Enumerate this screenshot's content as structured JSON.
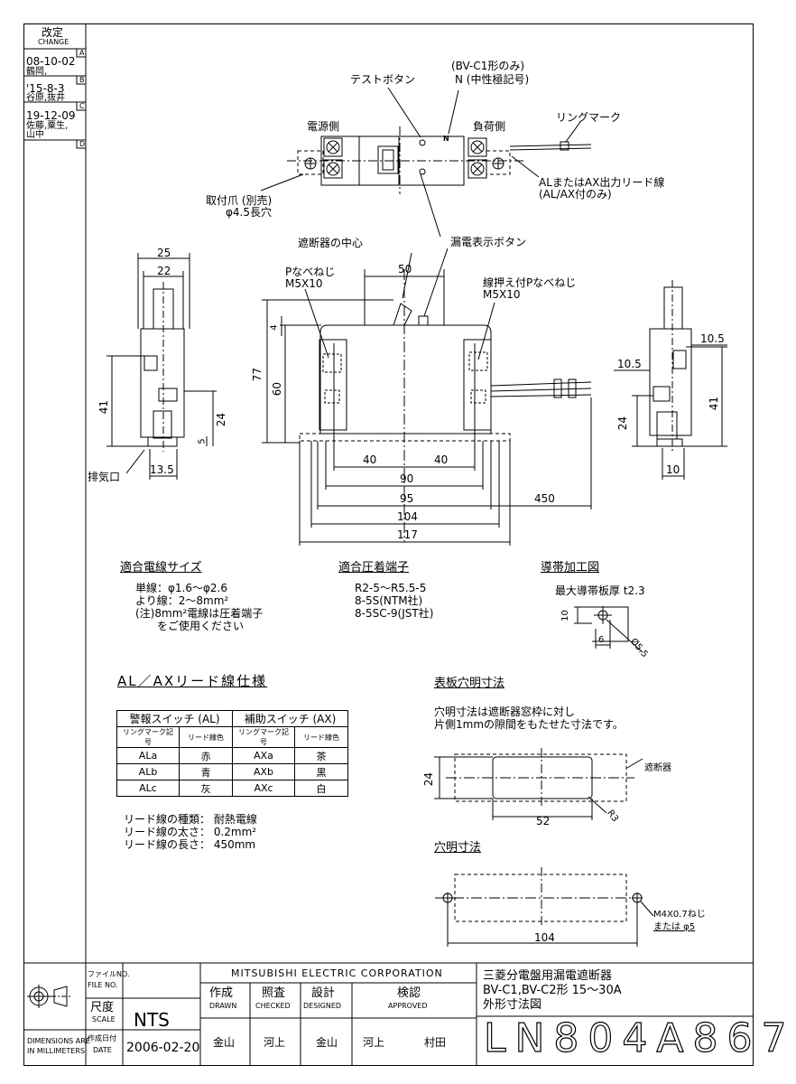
{
  "revision": {
    "header_1": "改定",
    "header_2": "CHANGE",
    "entries": [
      {
        "letter": "A",
        "date": "08-10-02",
        "names": "鶴岡,"
      },
      {
        "letter": "B",
        "date": "'15-8-3",
        "names": "谷原,抜井"
      },
      {
        "letter": "C",
        "date": "19-12-09",
        "names_1": "佐藤,粟生,",
        "names_2": "山中"
      },
      {
        "letter": "D"
      }
    ]
  },
  "top_view": {
    "test_button": "テストボタン",
    "bvc1_only": "(BV-C1形のみ)",
    "neutral": "N (中性極記号)",
    "source_side": "電源側",
    "load_side": "負荷側",
    "ring_mark": "リングマーク",
    "n_mark": "N",
    "ax_lead_1": "ALまたはAX出力リード線",
    "ax_lead_2": "(AL/AX付のみ)",
    "mount_1": "取付爪 (別売)",
    "mount_2": "φ4.5長穴",
    "breaker_center": "遮断器の中心",
    "leak_button": "漏電表示ボタン"
  },
  "front_view": {
    "p_screw": "Pなべねじ",
    "p_screw_size": "M5X10",
    "wire_screw": "線押え付Pなべねじ",
    "wire_screw_size": "M5X10",
    "dim_50": "50",
    "dim_4": "4",
    "dim_77": "77",
    "dim_60": "60",
    "dim_40a": "40",
    "dim_40b": "40",
    "dim_90": "90",
    "dim_95": "95",
    "dim_104": "104",
    "dim_117": "117",
    "dim_450": "450"
  },
  "left_view": {
    "dim_25": "25",
    "dim_22": "22",
    "dim_41": "41",
    "dim_24": "24",
    "dim_5": "5",
    "dim_13_5": "13.5",
    "exhaust": "排気口"
  },
  "right_view": {
    "dim_10_5a": "10.5",
    "dim_10_5b": "10.5",
    "dim_41": "41",
    "dim_24": "24",
    "dim_10": "10"
  },
  "wire_size": {
    "title": "適合電線サイズ",
    "line1": "単線：φ1.6～φ2.6",
    "line2": "より線：2～8mm²",
    "line3": "(注)8mm²電線は圧着端子",
    "line4": "をご使用ください"
  },
  "crimp": {
    "title": "適合圧着端子",
    "line1": "R2-5～R5.5-5",
    "line2": "8-5S(NTM社)",
    "line3": "8-5SC-9(JST社)"
  },
  "busbar": {
    "title": "導帯加工図",
    "max": "最大導帯板厚 t2.3",
    "d10": "10",
    "d6": "6",
    "dia": "Ø5.5"
  },
  "al_spec": {
    "title": "AL／AXリード線仕様",
    "col_al": "警報スイッチ (AL)",
    "col_ax": "補助スイッチ (AX)",
    "sub_ring": "リングマーク記号",
    "sub_color": "リード線色",
    "rows": [
      {
        "al": "ALa",
        "al_color": "赤",
        "ax": "AXa",
        "ax_color": "茶"
      },
      {
        "al": "ALb",
        "al_color": "青",
        "ax": "AXb",
        "ax_color": "黒"
      },
      {
        "al": "ALc",
        "al_color": "灰",
        "ax": "AXc",
        "ax_color": "白"
      }
    ],
    "type": "リード線の種類： 耐熱電線",
    "thick": "リード線の太さ： 0.2mm²",
    "length": "リード線の長さ： 450mm"
  },
  "panel": {
    "title": "表板穴明寸法",
    "note1": "穴明寸法は遮断器窓枠に対し",
    "note2": "片側1mmの隙間をもたせた寸法です。",
    "breaker": "遮断器",
    "d24": "24",
    "d52": "52",
    "r3": "R3",
    "hole_title": "穴明寸法",
    "screw1": "M4X0.7ねじ",
    "screw2": "または φ5",
    "d104": "104"
  },
  "title_block": {
    "file_no_jp": "ファイルNO.",
    "file_no_en": "FILE NO.",
    "scale_jp": "尺度",
    "scale_en": "SCALE",
    "scale_val": "NTS",
    "dims_note_1": "DIMENSIONS ARE",
    "dims_note_2": "IN MILLIMETERS",
    "date_jp": "作成日付",
    "date_en": "DATE",
    "date_val": "2006-02-20",
    "company": "MITSUBISHI ELECTRIC CORPORATION",
    "drawn_jp": "作成",
    "drawn_en": "DRAWN",
    "drawn_by": "金山",
    "checked_jp": "照査",
    "checked_en": "CHECKED",
    "checked_by": "河上",
    "designed_jp": "設計",
    "designed_en": "DESIGNED",
    "designed_by": "金山",
    "approved_jp": "検認",
    "approved_en": "APPROVED",
    "approved_by_1": "河上",
    "approved_by_2": "村田",
    "product_1": "三菱分電盤用漏電遮断器",
    "product_2": "BV-C1,BV-C2形 15～30A",
    "product_3": "外形寸法図",
    "drawing_no": "LN804A867"
  }
}
